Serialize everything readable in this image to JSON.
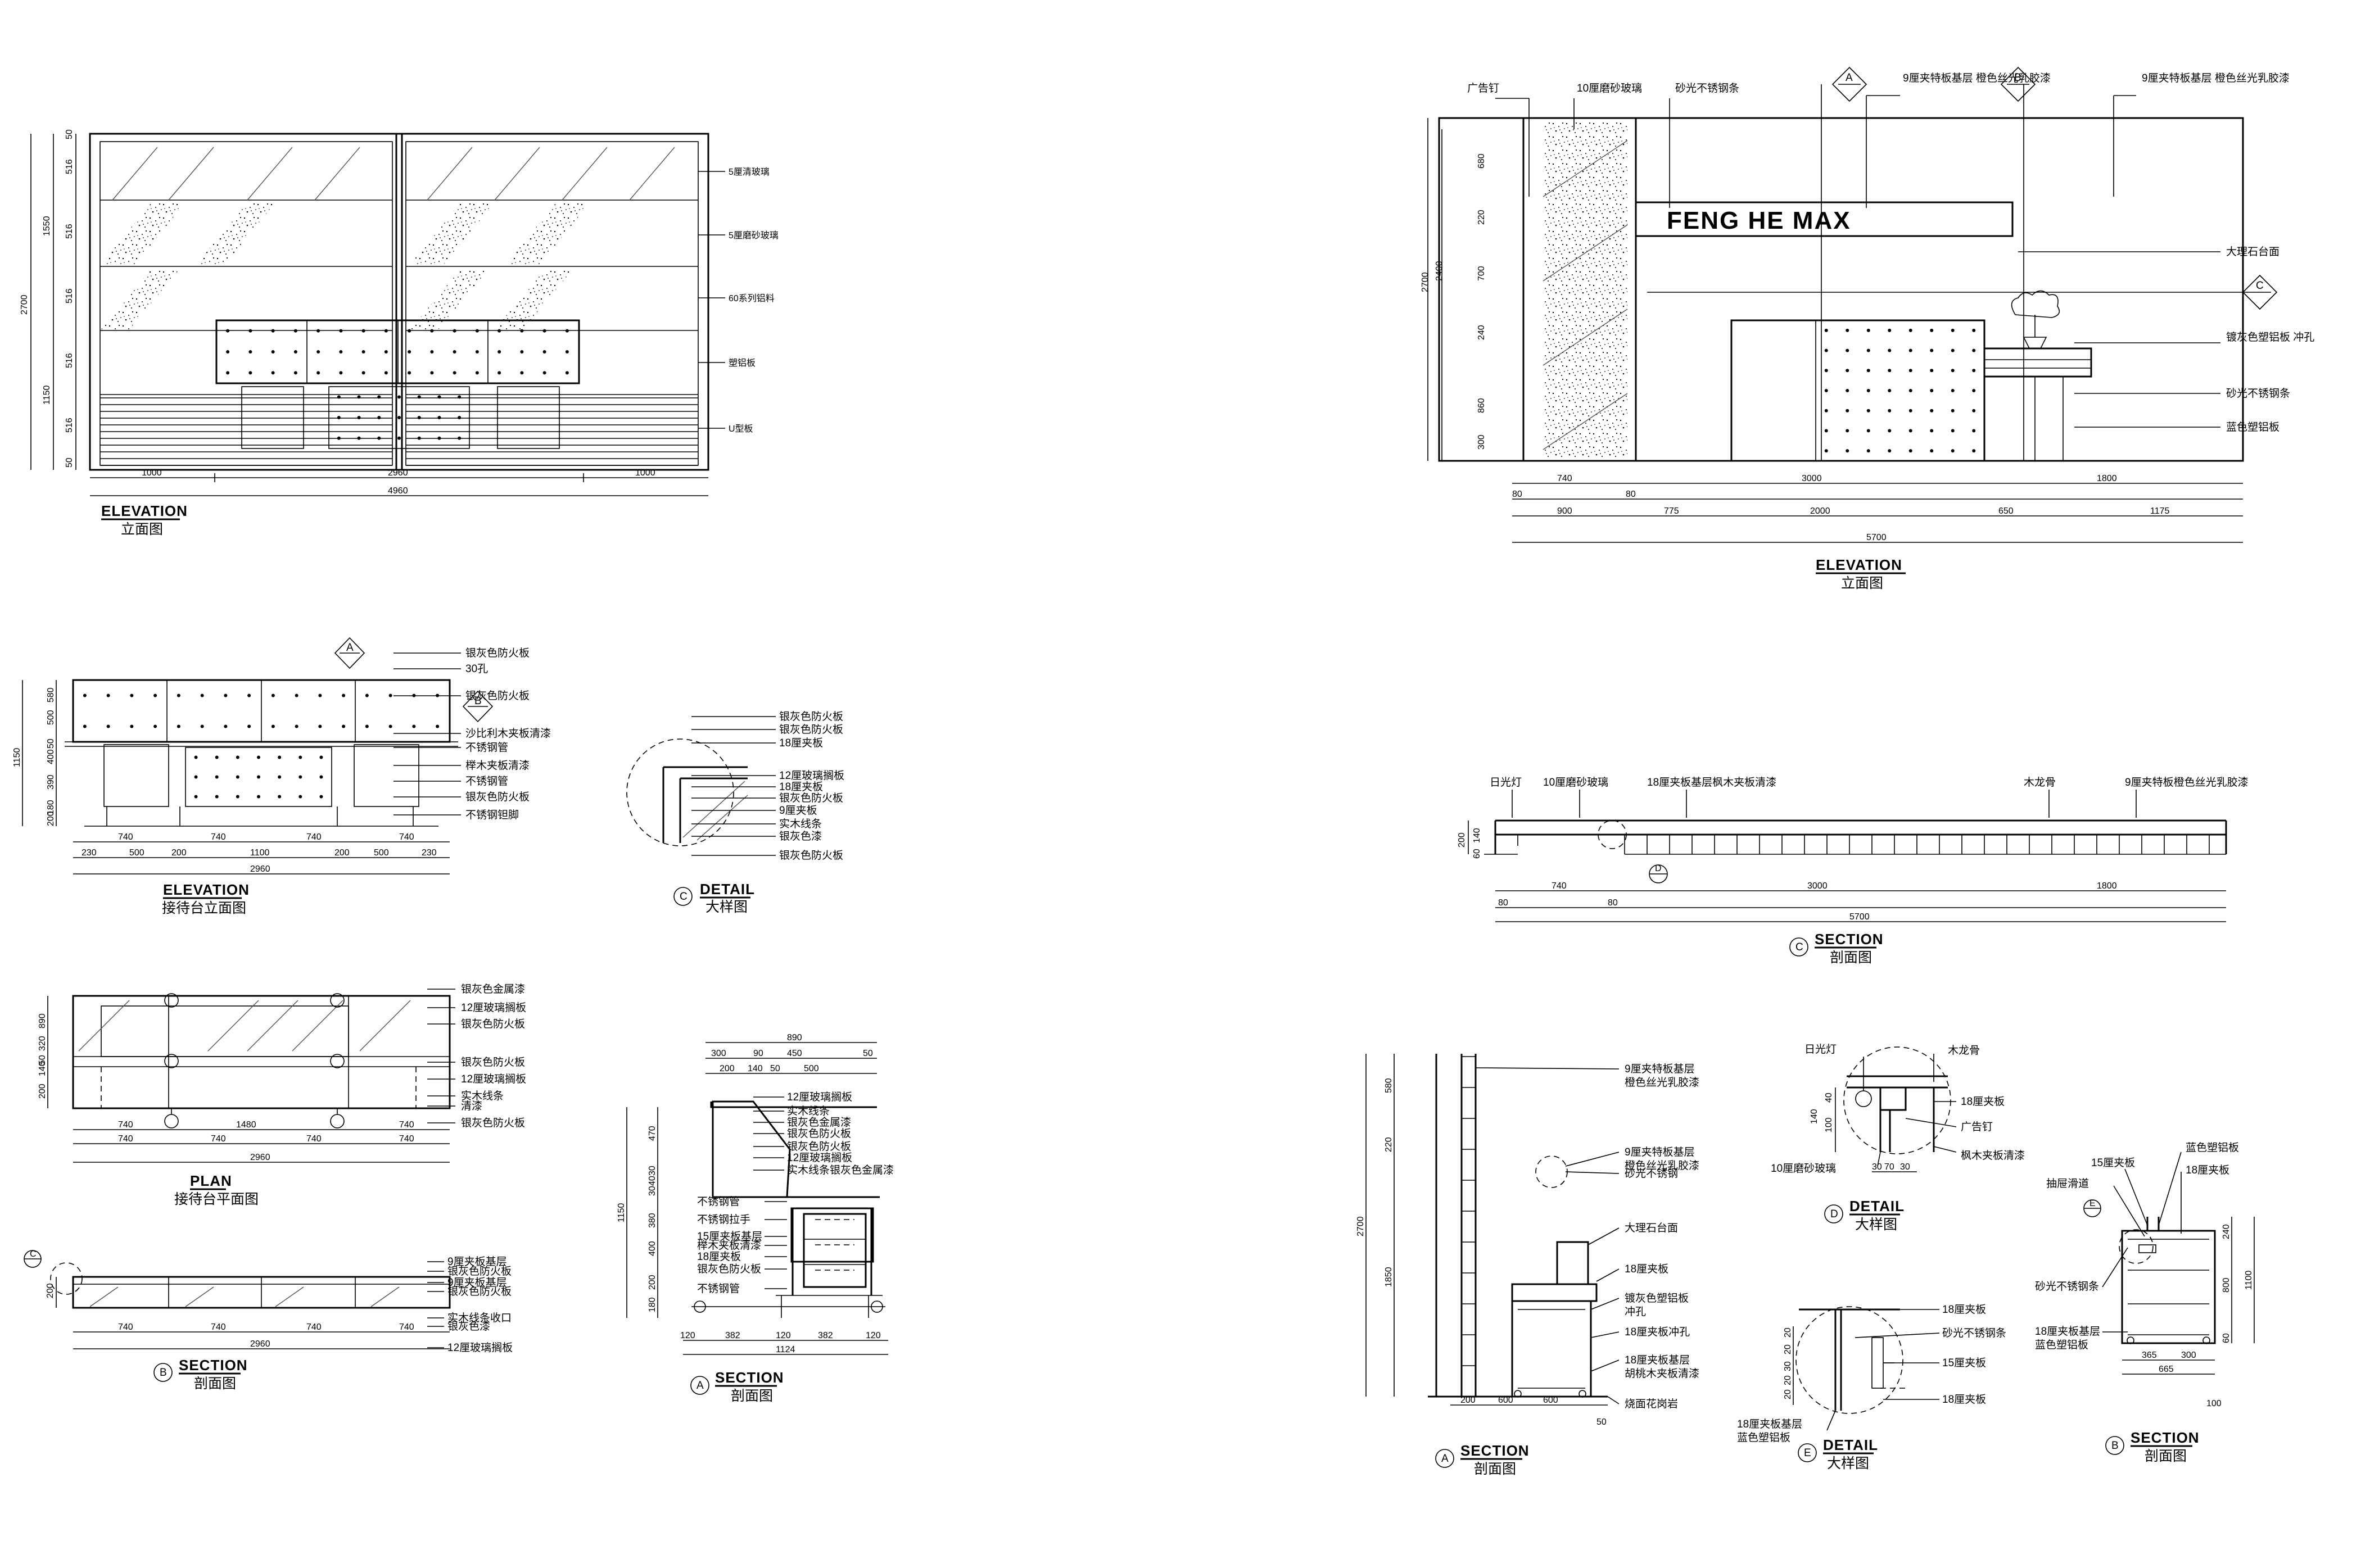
{
  "elev1": {
    "title_en": "ELEVATION",
    "title_cn": "立面图",
    "labels": [
      "5厘清玻璃",
      "5厘磨砂玻璃",
      "60系列铝料",
      "塑铝板",
      "U型板"
    ],
    "dims_bottom": [
      "1000",
      "2960",
      "1000"
    ],
    "dims_total": "4960",
    "dims_left": [
      "50",
      "516",
      "516",
      "516",
      "516",
      "516",
      "50"
    ],
    "dims_left_group": [
      "1550",
      "1150"
    ],
    "dims_left_total": "2700"
  },
  "elev2": {
    "title_en": "ELEVATION",
    "title_cn": "立面图",
    "logo_text": "FENG HE MAX",
    "labels_top": [
      "广告钉",
      "10厘磨砂玻璃",
      "砂光不锈钢条",
      "9厘夹特板基层\n橙色丝光乳胶漆",
      "9厘夹特板基层\n橙色丝光乳胶漆"
    ],
    "labels_right": [
      "大理石台面",
      "镀灰色塑铝板\n冲孔",
      "砂光不锈钢条",
      "蓝色塑铝板"
    ],
    "markers": [
      "A",
      "B",
      "C"
    ],
    "dims_left": [
      "680",
      "220",
      "700",
      "240",
      "860",
      "300"
    ],
    "dims_left_group": [
      "2400"
    ],
    "dims_left_total": "2700",
    "dims_row1": [
      "740",
      "3000",
      "1800"
    ],
    "dims_row2": [
      "80",
      "80"
    ],
    "dims_row3": [
      "900",
      "775",
      "2000",
      "650",
      "1175"
    ],
    "dims_total": "5700"
  },
  "recep_elev": {
    "title_en": "ELEVATION",
    "title_cn": "接待台立面图",
    "marker_a": "A",
    "marker_b": "B",
    "labels": [
      "银灰色防火板",
      "30孔",
      "银灰色防火板",
      "沙比利木夹板清漆",
      "不锈钢管",
      "榉木夹板清漆",
      "不锈钢管",
      "银灰色防火板",
      "不锈钢钽脚"
    ],
    "dims_left": [
      "580",
      "500",
      "50",
      "400",
      "390",
      "180",
      "200"
    ],
    "dims_left_total": "1150",
    "dims_row1": [
      "740",
      "740",
      "740",
      "740"
    ],
    "dims_row2": [
      "230",
      "500",
      "200",
      "1100",
      "200",
      "500",
      "230"
    ],
    "dims_total": "2960"
  },
  "detail_c": {
    "title_en": "DETAIL",
    "title_cn": "大样图",
    "marker": "C",
    "labels": [
      "银灰色防火板",
      "银灰色防火板",
      "18厘夹板",
      "12厘玻璃搁板",
      "18厘夹板",
      "银灰色防火板",
      "9厘夹板",
      "实木线条",
      "银灰色漆",
      "银灰色防火板"
    ]
  },
  "plan": {
    "title_en": "PLAN",
    "title_cn": "接待台平面图",
    "labels": [
      "银灰色金属漆",
      "12厘玻璃搁板",
      "银灰色防火板",
      "银灰色防火板",
      "12厘玻璃搁板",
      "实木线条",
      "清漆",
      "银灰色防火板"
    ],
    "dims_left": [
      "890",
      "320",
      "50",
      "140",
      "200"
    ],
    "dims_row1": [
      "740",
      "1480",
      "740"
    ],
    "dims_row2": [
      "740",
      "740",
      "740",
      "740"
    ],
    "dims_total": "2960"
  },
  "section_a1": {
    "title_en": "SECTION",
    "title_cn": "剖面图",
    "marker": "A",
    "labels": [
      "12厘玻璃搁板",
      "实木线条",
      "银灰色金属漆",
      "银灰色防火板",
      "银灰色防火板",
      "12厘玻璃搁板",
      "实木线条银灰色金属漆",
      "不锈钢管",
      "不锈钢拉手",
      "15厘夹板基层",
      "榉木夹板清漆",
      "18厘夹板",
      "银灰色防火板",
      "不锈钢管"
    ],
    "dims_top": [
      "890"
    ],
    "dims_top2": [
      "300",
      "90",
      "450",
      "50"
    ],
    "dims_top3": [
      "200",
      "140",
      "50",
      "500"
    ],
    "dims_left": [
      "470",
      "30",
      "40",
      "30",
      "380",
      "400",
      "200",
      "180"
    ],
    "dims_left_total": "1150",
    "dims_bottom": [
      "120",
      "382",
      "120",
      "382",
      "120"
    ],
    "dims_total": "1124"
  },
  "section_b1": {
    "title_en": "SECTION",
    "title_cn": "剖面图",
    "marker": "B",
    "marker_c": "C",
    "labels": [
      "9厘夹板基层",
      "银灰色防火板",
      "9厘夹板基层",
      "银灰色防火板",
      "实木线条收口",
      "银灰色漆",
      "12厘玻璃搁板"
    ],
    "dims_left": [
      "200"
    ],
    "dims_row1": [
      "740",
      "740",
      "740",
      "740"
    ],
    "dims_total": "2960"
  },
  "section_c2": {
    "title_en": "SECTION",
    "title_cn": "剖面图",
    "marker": "C",
    "marker_d": "D",
    "labels": [
      "日光灯",
      "10厘磨砂玻璃",
      "18厘夹板基层枫木夹板清漆",
      "木龙骨",
      "9厘夹特板橙色丝光乳胶漆"
    ],
    "dims_left": [
      "200",
      "140",
      "60"
    ],
    "dims_row1": [
      "740",
      "3000",
      "1800"
    ],
    "dims_row2": [
      "80",
      "80"
    ],
    "dims_total": "5700"
  },
  "section_a2": {
    "title_en": "SECTION",
    "title_cn": "剖面图",
    "marker": "A",
    "labels": [
      "9厘夹特板基层\n橙色丝光乳胶漆",
      "砂光不锈钢",
      "9厘夹特板基层\n橙色丝光乳胶漆",
      "大理石台面",
      "18厘夹板",
      "镀灰色塑铝板\n冲孔",
      "18厘夹板冲孔",
      "18厘夹板基层\n胡桃木夹板清漆",
      "烧面花岗岩"
    ],
    "dims_left": [
      "580",
      "220",
      "1850"
    ],
    "dims_left_total": "2700",
    "dims_bottom": [
      "200",
      "600",
      "600"
    ],
    "dim_extra": "50"
  },
  "detail_d": {
    "title_en": "DETAIL",
    "title_cn": "大样图",
    "marker": "D",
    "labels": [
      "日光灯",
      "木龙骨",
      "18厘夹板",
      "广告钉",
      "枫木夹板清漆",
      "10厘磨砂玻璃"
    ],
    "dims_left": [
      "40",
      "100",
      "140"
    ],
    "dims_bottom": [
      "30",
      "70",
      "30"
    ]
  },
  "detail_e": {
    "title_en": "DETAIL",
    "title_cn": "大样图",
    "marker": "E",
    "labels": [
      "18厘夹板",
      "砂光不锈钢条",
      "15厘夹板",
      "18厘夹板",
      "18厘夹板基层\n蓝色塑铝板"
    ],
    "dims_left": [
      "20",
      "20",
      "30",
      "20",
      "20"
    ]
  },
  "section_b2": {
    "title_en": "SECTION",
    "title_cn": "剖面图",
    "marker": "B",
    "marker_e": "E",
    "labels": [
      "15厘夹板",
      "抽屉滑道",
      "蓝色塑铝板",
      "18厘夹板",
      "砂光不锈钢条",
      "18厘夹板基层\n蓝色塑铝板"
    ],
    "dims_right": [
      "240",
      "800",
      "60"
    ],
    "dims_right_total": "1100",
    "dims_bottom": [
      "365",
      "300"
    ],
    "dims_total": "665",
    "dim_extra": "100"
  }
}
